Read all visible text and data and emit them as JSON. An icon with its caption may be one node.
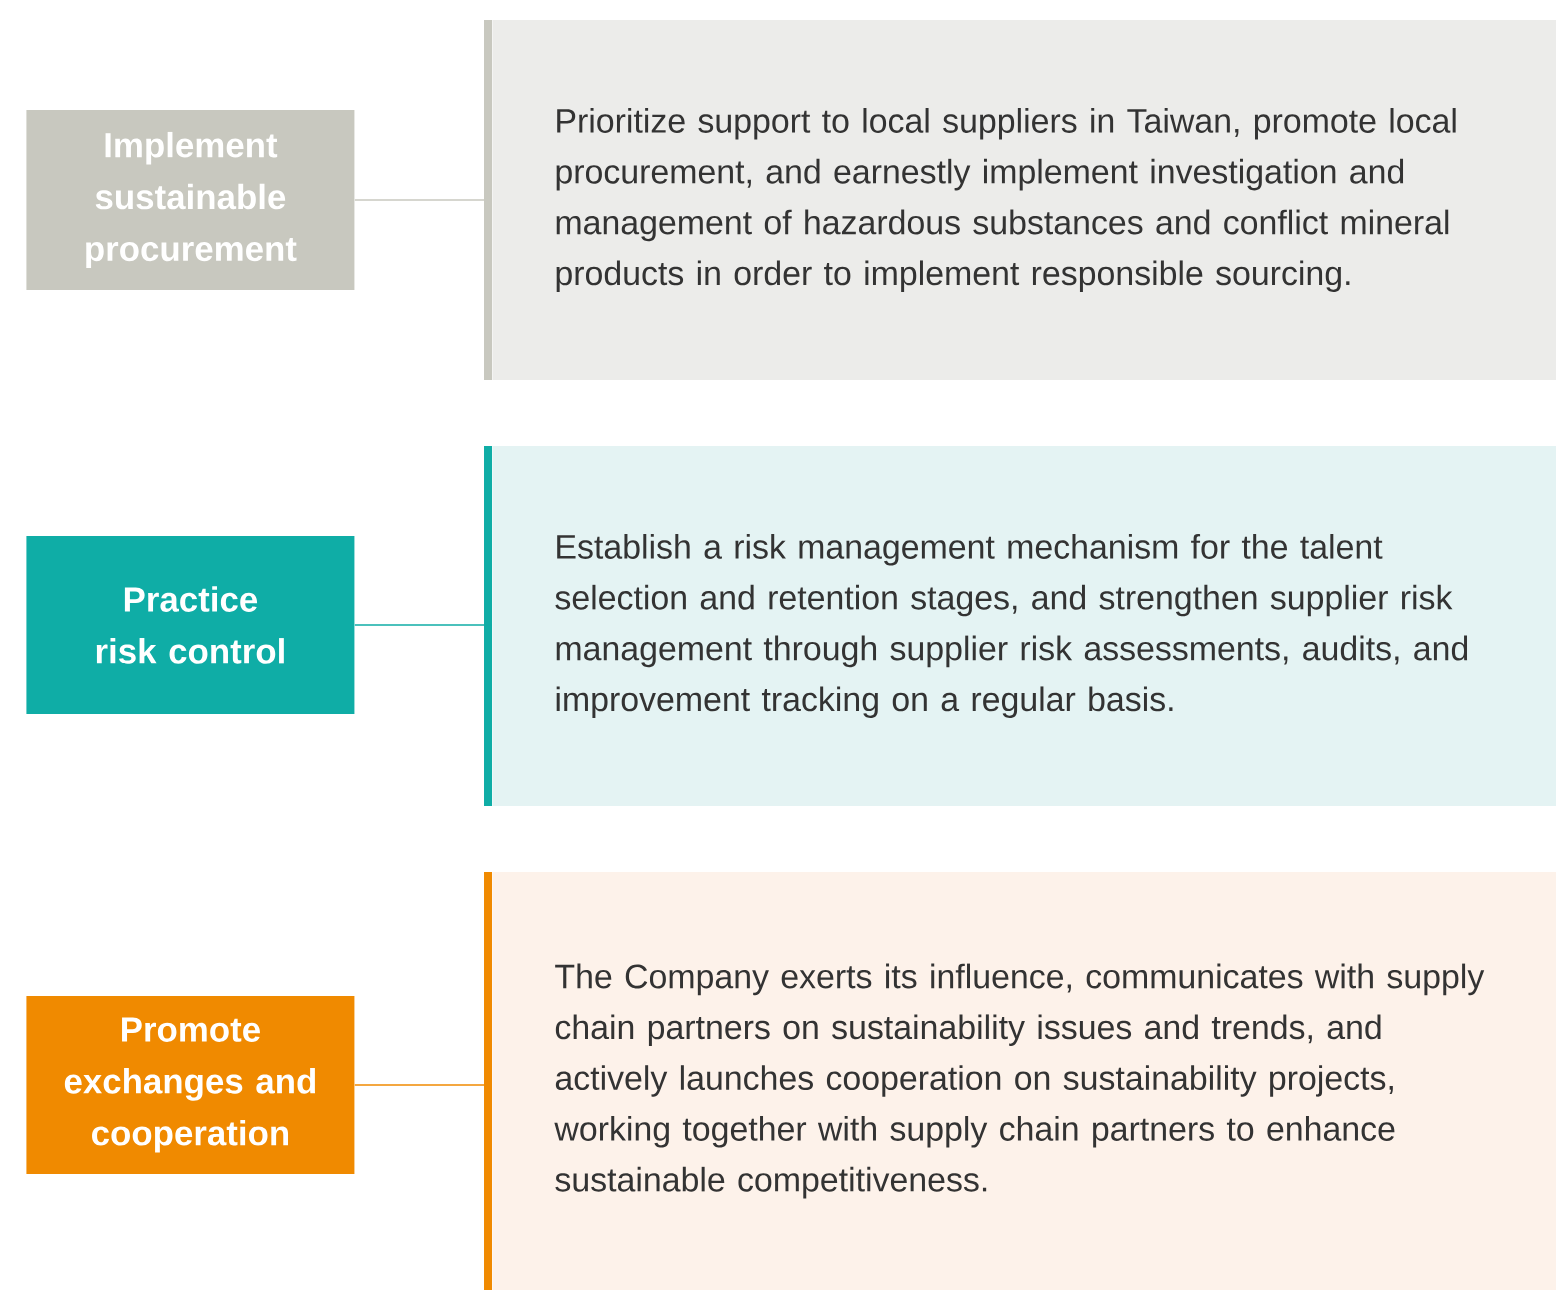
{
  "diagram": {
    "nodes": [
      {
        "text": [
          "Implement sustainable procurement"
        ]
      },
      {
        "text": [
          "Practice risk control"
        ]
      },
      {
        "text": [
          "Promote exchanges and cooperation"
        ]
      },
      {
        "text": [
          "Prioritize support to local suppliers in Taiwan, promote local procurement, and earnestly implement investigation and management of hazardous substances and conflict mineral products in order to implement responsible sourcing."
        ]
      },
      {
        "text": [
          "Establish a risk management mechanism for the talent selection and retention stages, and strengthen supplier risk management through supplier risk assessments, audits, and improvement tracking on a regular basis."
        ]
      },
      {
        "text": [
          "The Company exerts its influence, communicates with supply chain partners on sustainability issues and trends, and actively launches cooperation on sustainability projects, working together with supply chain partners to enhance sustainable competitiveness."
        ]
      }
    ],
    "edges": [
      {
        "from": 0,
        "to": 3,
        "arrow": "none",
        "color": "#c8c8bf"
      },
      {
        "from": 1,
        "to": 4,
        "arrow": "none",
        "color": "#0fada6"
      },
      {
        "from": 2,
        "to": 5,
        "arrow": "none",
        "color": "#f08a00"
      }
    ]
  }
}
